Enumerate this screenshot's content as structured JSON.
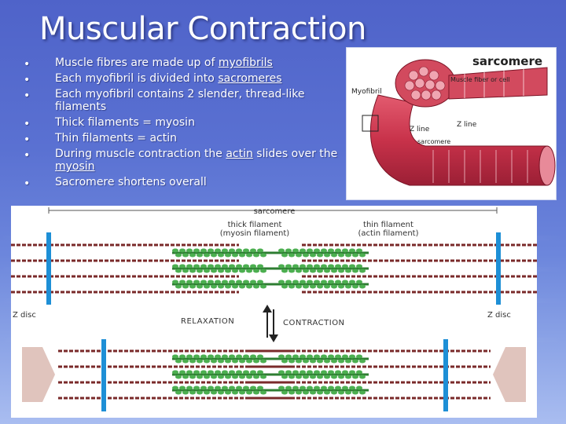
{
  "slide": {
    "title": "Muscular Contraction",
    "bullets": [
      {
        "pre": "Muscle fibres are made up of ",
        "link": "myofibrils",
        "post": ""
      },
      {
        "pre": "Each myofibril is divided into ",
        "link": "sacromeres",
        "post": ""
      },
      {
        "pre": "Each myofibril contains 2 slender, thread-like filaments",
        "link": "",
        "post": ""
      },
      {
        "pre": "Thick filaments = myosin",
        "link": "",
        "post": ""
      },
      {
        "pre": "Thin filaments = actin",
        "link": "",
        "post": ""
      },
      {
        "pre": "During muscle contraction the ",
        "link": "actin",
        "post": " slides over the ",
        "link2": "myosin"
      },
      {
        "pre": "Sacromere shortens overall",
        "link": "",
        "post": ""
      }
    ]
  },
  "inset": {
    "title": "sarcomere",
    "label_fiber": "Muscle fiber or cell",
    "label_myofibril": "Myofibril",
    "label_zline_left": "Z line",
    "label_zline_right": "Z line",
    "label_sarcomere": "sarcomere"
  },
  "diagram": {
    "sarcomere_label": "sarcomere",
    "thick_label_1": "thick filament",
    "thick_label_2": "(myosin filament)",
    "thin_label_1": "thin filament",
    "thin_label_2": "(actin filament)",
    "zdisc_left": "Z disc",
    "zdisc_right": "Z disc",
    "relaxation": "RELAXATION",
    "contraction": "CONTRACTION"
  },
  "colors": {
    "zdisc": "#1e8fd6",
    "actin": "#7a2a2a",
    "myosin_core": "#2e7d32",
    "myosin_heads": "#4caf50",
    "muscle_red": "#c8324a"
  }
}
